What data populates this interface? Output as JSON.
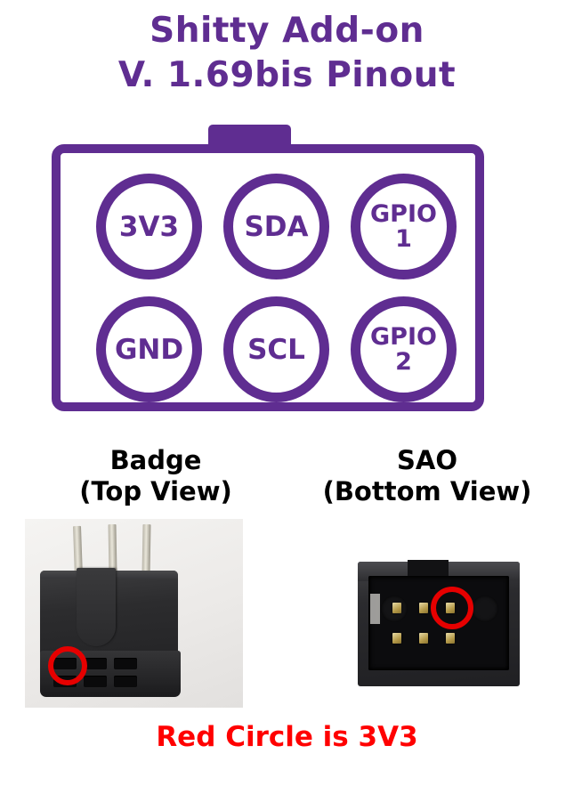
{
  "title": {
    "line1": "Shitty Add-on",
    "line2": "V. 1.69bis Pinout"
  },
  "colors": {
    "purple": "#5F2D91",
    "red": "#FF0000",
    "ring_red": "#E60000",
    "black": "#000000",
    "background": "#FFFFFF"
  },
  "connector": {
    "orientation": "notch-up",
    "rows": 2,
    "columns": 3,
    "pins": [
      {
        "label": "3V3",
        "row": 0,
        "col": 0,
        "lines": [
          "3V3"
        ]
      },
      {
        "label": "SDA",
        "row": 0,
        "col": 1,
        "lines": [
          "SDA"
        ]
      },
      {
        "label": "GPIO 1",
        "row": 0,
        "col": 2,
        "lines": [
          "GPIO",
          "1"
        ]
      },
      {
        "label": "GND",
        "row": 1,
        "col": 0,
        "lines": [
          "GND"
        ]
      },
      {
        "label": "SCL",
        "row": 1,
        "col": 1,
        "lines": [
          "SCL"
        ]
      },
      {
        "label": "GPIO 2",
        "row": 1,
        "col": 2,
        "lines": [
          "GPIO",
          "2"
        ]
      }
    ],
    "pin_text": {
      "p0": "3V3",
      "p1": "SDA",
      "p2": "GPIO\n1",
      "p3": "GND",
      "p4": "SCL",
      "p5": "GPIO\n2"
    }
  },
  "photos": {
    "left": {
      "caption_line1": "Badge",
      "caption_line2": "(Top View)",
      "subject": "black 2x3 shrouded pin header, through-hole side up",
      "highlight": "red circle on top-left hole"
    },
    "right": {
      "caption_line1": "SAO",
      "caption_line2": "(Bottom View)",
      "subject": "black 2x3 box header shroud, pins visible inside",
      "highlight": "red circle on top-right pin"
    }
  },
  "footer": {
    "note": "Red Circle is 3V3"
  }
}
